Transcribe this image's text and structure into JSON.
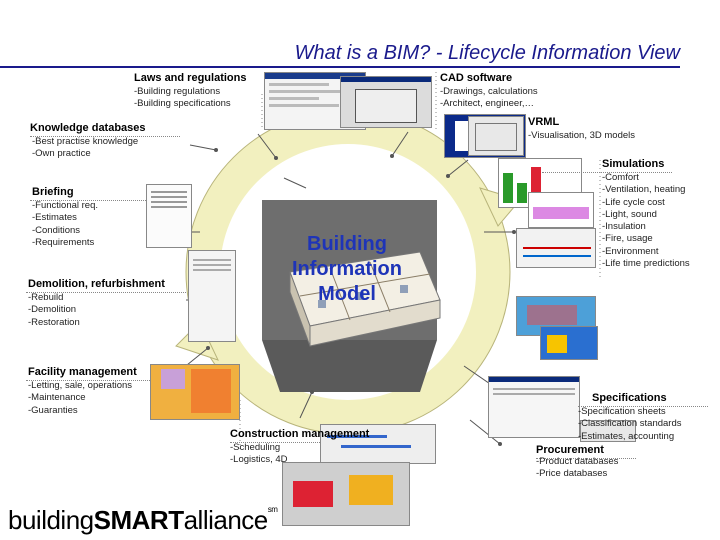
{
  "title": "What is a BIM? - Lifecycle Information View",
  "center_label": [
    "Building",
    "Information",
    "Model"
  ],
  "logo": {
    "part1": "building",
    "part2": "SMART",
    "part3": "alliance",
    "mark": "sm"
  },
  "nodes": {
    "laws": {
      "heading": "Laws and regulations",
      "items": [
        "-Building regulations",
        "-Building specifications"
      ]
    },
    "cad": {
      "heading": "CAD software",
      "items": [
        "-Drawings, calculations",
        "-Architect, engineer,…"
      ]
    },
    "knowledge": {
      "heading": "Knowledge databases",
      "items": [
        "-Best practise knowledge",
        "-Own practice"
      ]
    },
    "vrml": {
      "heading": "VRML",
      "items": [
        "-Visualisation, 3D models"
      ]
    },
    "simulations": {
      "heading": "Simulations",
      "items": [
        "-Comfort",
        "-Ventilation, heating",
        "-Life cycle cost",
        "-Light, sound",
        "-Insulation",
        "-Fire, usage",
        "-Environment",
        "-Life time predictions"
      ]
    },
    "briefing": {
      "heading": "Briefing",
      "items": [
        "-Functional req.",
        "-Estimates",
        "-Conditions",
        "-Requirements"
      ]
    },
    "demolition": {
      "heading": "Demolition, refurbishment",
      "items": [
        "-Rebuild",
        "-Demolition",
        "-Restoration"
      ]
    },
    "facility": {
      "heading": "Facility management",
      "items": [
        "-Letting, sale, operations",
        "-Maintenance",
        "-Guaranties"
      ]
    },
    "specifications": {
      "heading": "Specifications",
      "items": [
        "-Specification sheets",
        "-Classification standards",
        "-Estimates, accounting"
      ]
    },
    "construction": {
      "heading": "Construction management",
      "items": [
        "-Scheduling",
        "-Logistics, 4D"
      ]
    },
    "procurement": {
      "heading": "Procurement",
      "items": [
        "-Product databases",
        "-Price databases"
      ]
    }
  },
  "colors": {
    "title": "#1a1a8c",
    "center_text": "#1e34b8",
    "cycle_ring": "#f2f0b8",
    "model_bg": "#6b6b6b"
  }
}
